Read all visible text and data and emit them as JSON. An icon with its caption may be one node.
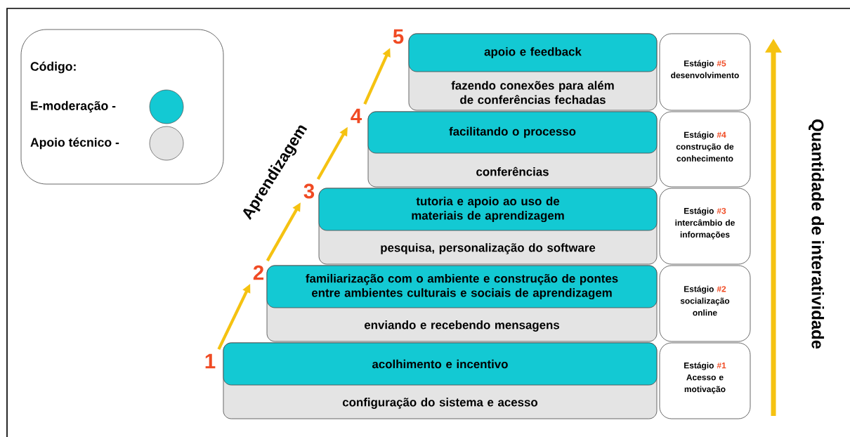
{
  "diagram": {
    "nodes": [
      {
        "text": [
          "5"
        ]
      },
      {
        "text": [
          "fazendo conexões para além de conferências fechadas"
        ]
      },
      {
        "text": [
          "apoio e feedback"
        ],
        "in": 1
      },
      {
        "text": [
          "Estágio",
          "#5",
          "desenvolvimento"
        ]
      },
      {
        "text": [
          "4"
        ]
      },
      {
        "text": [
          "conferências"
        ]
      },
      {
        "text": [
          "facilitando o processo"
        ],
        "in": 5
      },
      {
        "text": [
          "Estágio",
          "#4",
          "construção de conhecimento"
        ]
      },
      {
        "text": [
          "3"
        ]
      },
      {
        "text": [
          "pesquisa, personalização do software"
        ]
      },
      {
        "text": [
          "tutoria e apoio ao uso de materiais de aprendizagem"
        ],
        "in": 9
      },
      {
        "text": [
          "Estágio",
          "#3",
          "intercâmbio de informações"
        ]
      },
      {
        "text": [
          "2"
        ]
      },
      {
        "text": [
          "enviando e recebendo mensagens"
        ]
      },
      {
        "text": [
          "familiarização com o ambiente e construção de pontes entre ambientes culturais e sociais de aprendizagem"
        ],
        "in": 13
      },
      {
        "text": [
          "Estágio",
          "#2",
          "socialização online"
        ]
      },
      {
        "text": [
          "1"
        ]
      },
      {
        "text": [
          "configuração do sistema e acesso"
        ]
      },
      {
        "text": [
          "acolhimento e incentivo"
        ],
        "in": 17
      },
      {
        "text": [
          "Estágio",
          "#1",
          "Acesso e motivação"
        ]
      }
    ],
    "edges": [
      {
        "from": 16,
        "to": 12,
        "arrow": "to"
      },
      {
        "from": 12,
        "to": 8,
        "arrow": "to"
      },
      {
        "from": 8,
        "to": 4,
        "arrow": "to"
      },
      {
        "from": 4,
        "to": 0,
        "arrow": "to"
      }
    ],
    "labels": [
      "Código:",
      "Aprendizagem",
      "Quantidade de interatividade"
    ],
    "legend": [
      {
        "text": "E-moderação -",
        "color": "#13c9d3"
      },
      {
        "text": "Apoio técnico -",
        "color": "#e4e4e4"
      }
    ]
  }
}
